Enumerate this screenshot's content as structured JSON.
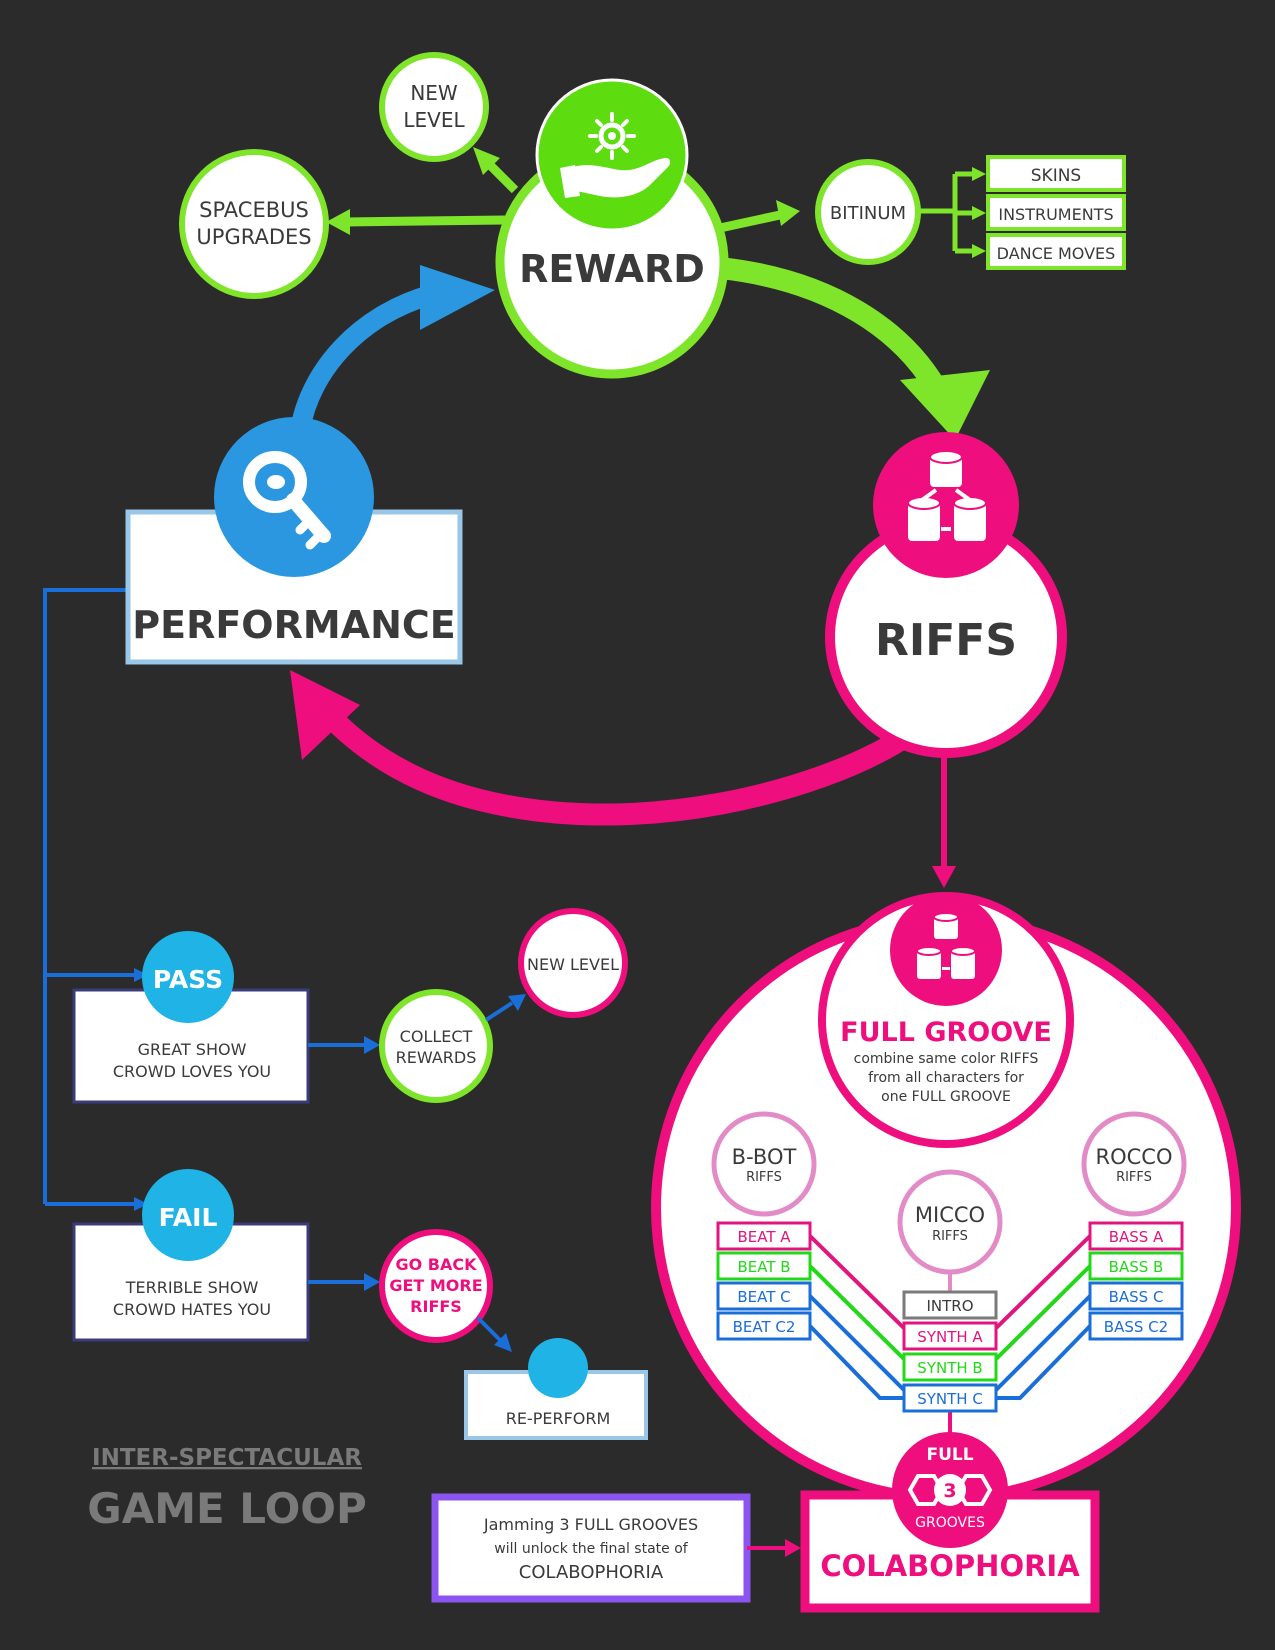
{
  "colors": {
    "background": "#2b2b2b",
    "green": "#7ee52a",
    "green_fill": "#5ddd10",
    "pink": "#ee0e7e",
    "pink_light": "#e38bc6",
    "blue": "#2a97e0",
    "cyan": "#1fb3e6",
    "purple": "#8c55f2",
    "text_dark": "#3a3a3a",
    "lane_beat_a": "#e0157f",
    "lane_beat_b": "#22d818",
    "lane_beat_c": "#1a6ed8"
  },
  "icons": {
    "reward": "hand-with-gear-icon",
    "performance": "key-icon",
    "riffs": "stacked-cylinders-icon",
    "full_groove": "stacked-cylinders-icon",
    "full_grooves_badge": "hexagon-three-icon"
  },
  "reward": {
    "label": "REWARD",
    "new_level": [
      "NEW",
      "LEVEL"
    ],
    "spacebus": [
      "SPACEBUS",
      "UPGRADES"
    ],
    "bitinum": "BITINUM",
    "bitinum_items": [
      "SKINS",
      "INSTRUMENTS",
      "DANCE MOVES"
    ]
  },
  "riffs": {
    "label": "RIFFS"
  },
  "performance": {
    "label": "PERFORMANCE"
  },
  "pass": {
    "label": "PASS",
    "desc": [
      "GREAT SHOW",
      "CROWD LOVES YOU"
    ],
    "collect": [
      "COLLECT",
      "REWARDS"
    ],
    "new_level": "NEW LEVEL"
  },
  "fail": {
    "label": "FAIL",
    "desc": [
      "TERRIBLE SHOW",
      "CROWD HATES YOU"
    ],
    "go_back": [
      "GO BACK",
      "GET MORE",
      "RIFFS"
    ],
    "reperform": "RE-PERFORM"
  },
  "full_groove": {
    "title": "FULL GROOVE",
    "desc": [
      "combine same color RIFFS",
      "from all characters for",
      "one FULL GROOVE"
    ]
  },
  "characters": {
    "bbot": {
      "name": "B-BOT",
      "sub": "RIFFS",
      "riffs": [
        "BEAT A",
        "BEAT B",
        "BEAT C",
        "BEAT C2"
      ]
    },
    "micco": {
      "name": "MICCO",
      "sub": "RIFFS",
      "riffs": [
        "INTRO",
        "SYNTH A",
        "SYNTH B",
        "SYNTH C"
      ]
    },
    "rocco": {
      "name": "ROCCO",
      "sub": "RIFFS",
      "riffs": [
        "BASS A",
        "BASS B",
        "BASS C",
        "BASS C2"
      ]
    }
  },
  "full_grooves": {
    "top": "FULL",
    "number": "3",
    "bottom": "GROOVES"
  },
  "colabophoria": {
    "label": "COLABOPHORIA",
    "note": [
      "Jamming 3 FULL GROOVES",
      "will unlock the final state of",
      "COLABOPHORIA"
    ]
  },
  "footer": {
    "subtitle": "INTER-SPECTACULAR",
    "title": "GAME LOOP"
  }
}
